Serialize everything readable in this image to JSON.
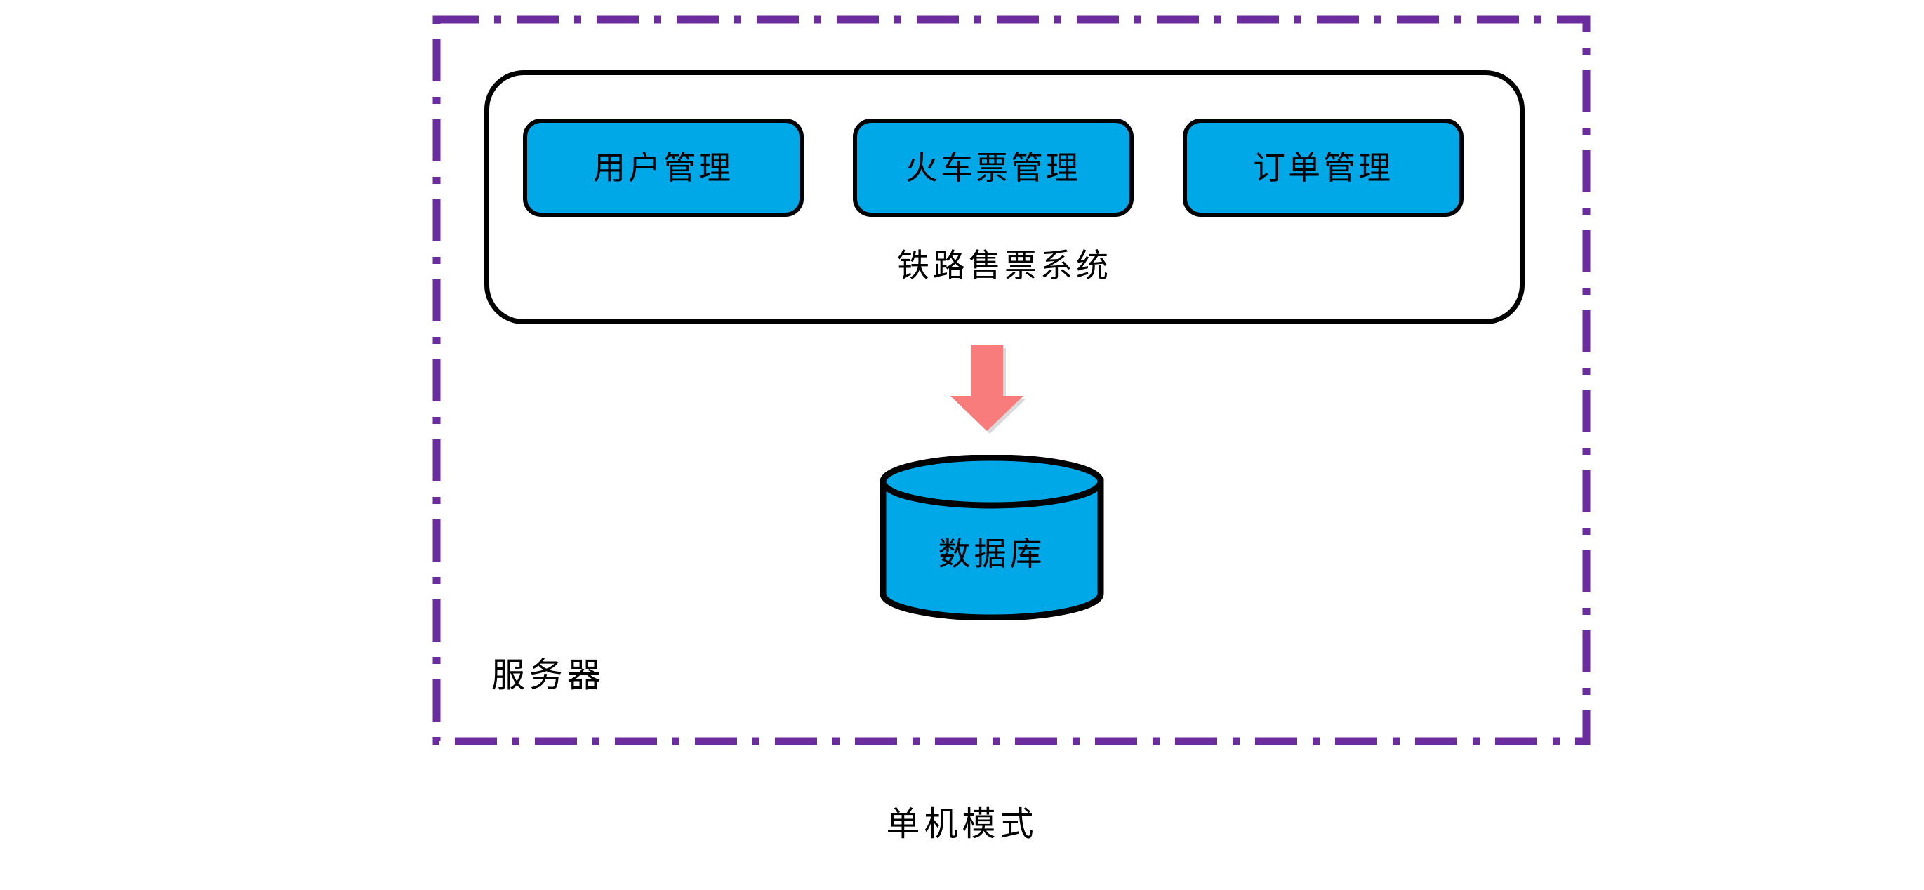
{
  "diagram": {
    "caption": "单机模式",
    "colors": {
      "boundary_stroke": "#6B2D9E",
      "node_fill": "#00A8E8",
      "node_stroke": "#000000",
      "arrow_fill": "#F87C7C",
      "background": "#FFFFFF"
    },
    "server": {
      "label": "服务器",
      "boundary_style": "dash-dot"
    },
    "system": {
      "title": "铁路售票系统",
      "modules": [
        {
          "label": "用户管理"
        },
        {
          "label": "火车票管理"
        },
        {
          "label": "订单管理"
        }
      ]
    },
    "flow": {
      "arrow_direction": "down",
      "from": "铁路售票系统",
      "to": "数据库"
    },
    "database": {
      "label": "数据库",
      "shape": "cylinder"
    }
  }
}
